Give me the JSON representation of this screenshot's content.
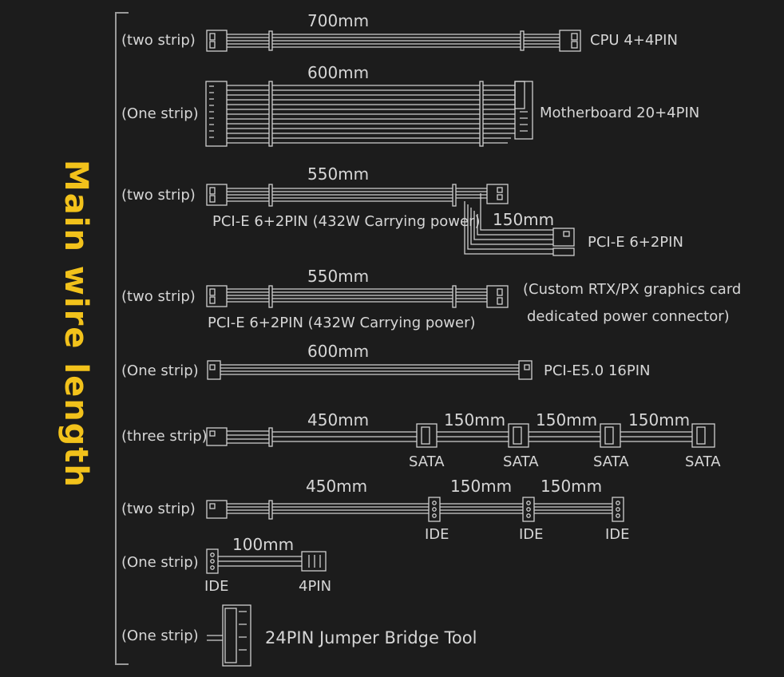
{
  "title": "Main wire length",
  "colors": {
    "background": "#1c1c1c",
    "title": "#f2c21b",
    "line": "#cfcfcf",
    "text": "#d6d6d6"
  },
  "rows": [
    {
      "strip": "(two strip)",
      "length": "700mm",
      "connector": "CPU 4+4PIN"
    },
    {
      "strip": "(One strip)",
      "length": "600mm",
      "connector": "Motherboard 20+4PIN"
    },
    {
      "strip": "(two strip)",
      "length": "550mm",
      "caption": "PCI-E 6+2PIN (432W Carrying power)",
      "branch_length": "150mm",
      "branch_connector": "PCI-E 6+2PIN"
    },
    {
      "strip": "(two strip)",
      "length": "550mm",
      "caption": "PCI-E 6+2PIN (432W Carrying power)",
      "note_line1": "(Custom RTX/PX graphics card",
      "note_line2": "dedicated power connector)"
    },
    {
      "strip": "(One strip)",
      "length": "600mm",
      "connector": "PCI-E5.0 16PIN"
    },
    {
      "strip": "(three strip)",
      "lengths": [
        "450mm",
        "150mm",
        "150mm",
        "150mm"
      ],
      "connectors": [
        "SATA",
        "SATA",
        "SATA",
        "SATA"
      ]
    },
    {
      "strip": "(two strip)",
      "lengths": [
        "450mm",
        "150mm",
        "150mm"
      ],
      "connectors": [
        "IDE",
        "IDE",
        "IDE"
      ]
    },
    {
      "strip": "(One strip)",
      "length": "100mm",
      "connectors": [
        "IDE",
        "4PIN"
      ]
    },
    {
      "strip": "(One strip)",
      "connector": "24PIN Jumper Bridge Tool"
    }
  ]
}
